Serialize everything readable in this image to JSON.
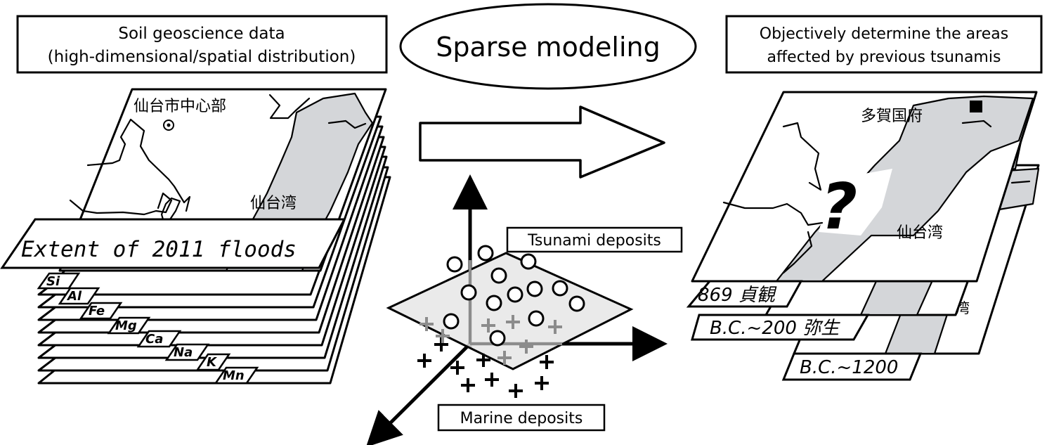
{
  "left_panel": {
    "title_line1": "Soil geoscience data",
    "title_line2": "(high-dimensional/spatial distribution)",
    "map_center_label": "仙台市中心部",
    "map_bay_label": "仙台湾",
    "flood_banner": "Extent of 2011 floods",
    "element_tabs": [
      "Si",
      "Al",
      "Fe",
      "Mg",
      "Ca",
      "Na",
      "K",
      "Mn"
    ]
  },
  "center_panel": {
    "title": "Sparse modeling",
    "tsunami_label": "Tsunami deposits",
    "marine_label": "Marine deposits",
    "plot_icons": {
      "tsunami_marker": "circle-marker",
      "marine_marker": "plus-marker"
    }
  },
  "right_panel": {
    "title_line1": "Objectively determine the areas",
    "title_line2": "affected by previous tsunamis",
    "map_top_label": "多賀国府",
    "map_bay_label": "仙台湾",
    "question_mark": "?",
    "period_labels": [
      "869 貞観",
      "B.C.~200 弥生",
      "B.C.~1200"
    ],
    "partial_bay_glyph": "湾"
  },
  "colors": {
    "coast_fill": "#d4d6d9",
    "plane_fill": "#e6e6e6",
    "ink": "#000000",
    "gray_marker": "#8c8c8c"
  }
}
